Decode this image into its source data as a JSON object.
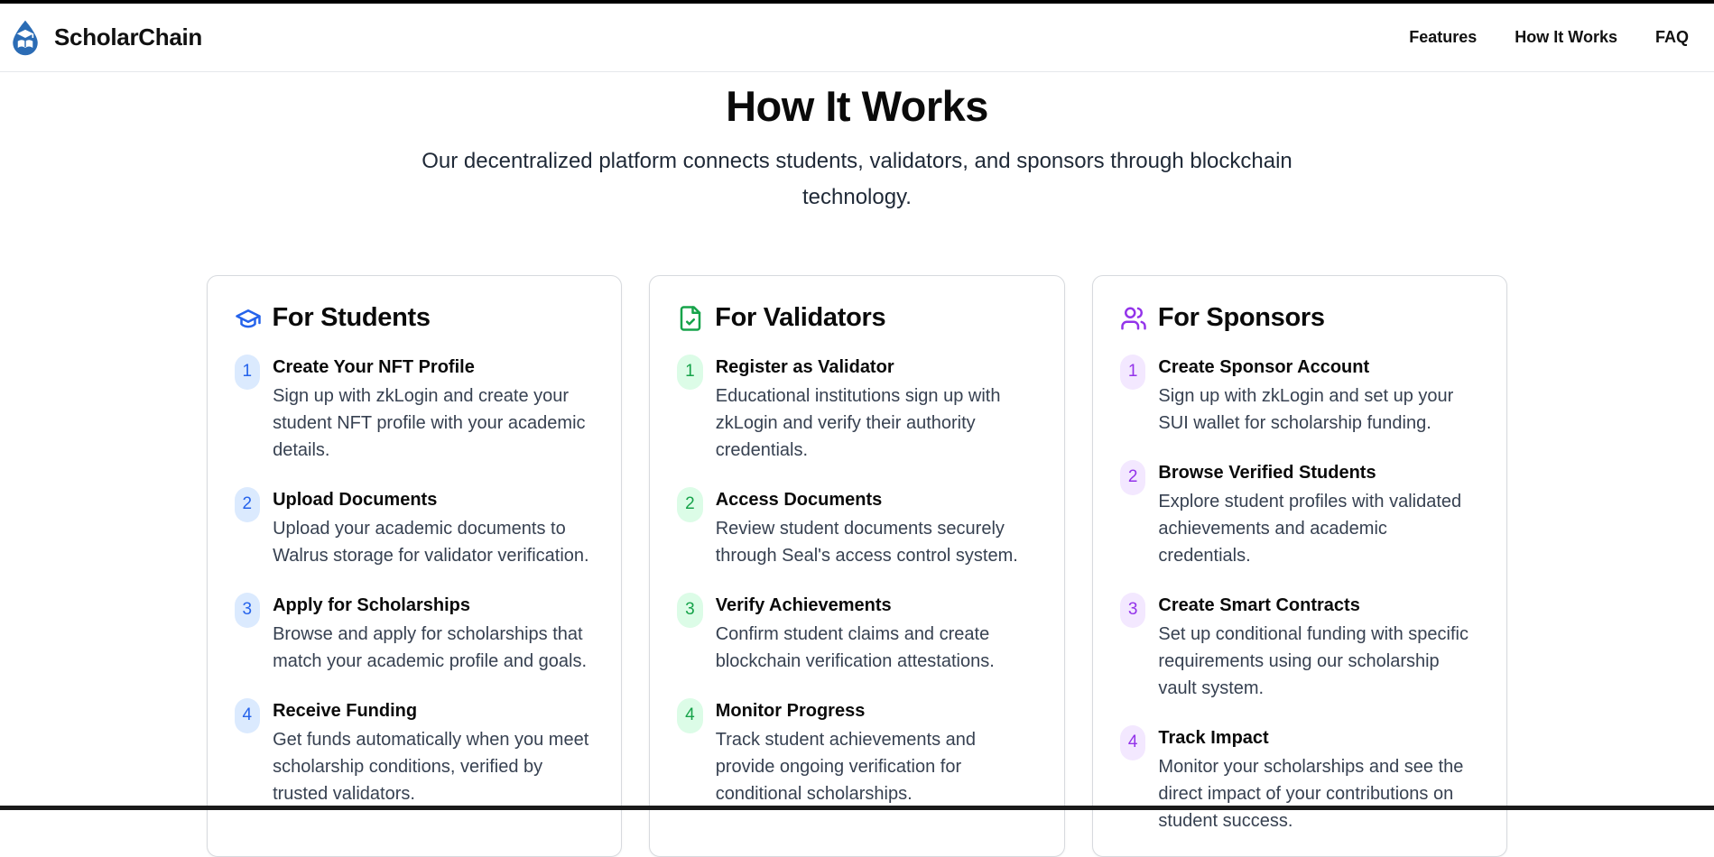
{
  "nav": {
    "brand": "ScholarChain",
    "links": [
      {
        "label": "Features"
      },
      {
        "label": "How It Works"
      },
      {
        "label": "FAQ"
      }
    ]
  },
  "hero": {
    "title": "How It Works",
    "subtitle": "Our decentralized platform connects students, validators, and sponsors through blockchain technology."
  },
  "colors": {
    "logo_blue": "#2b6cb5",
    "students_accent": "#2563eb",
    "students_badge_bg": "#dbeafe",
    "validators_accent": "#16a34a",
    "validators_badge_bg": "#dcfce7",
    "sponsors_accent": "#9333ea",
    "sponsors_badge_bg": "#f3e8ff",
    "card_border": "#d7dade"
  },
  "cards": [
    {
      "title": "For Students",
      "icon": "graduation-cap-icon",
      "steps": [
        {
          "n": "1",
          "title": "Create Your NFT Profile",
          "desc": "Sign up with zkLogin and create your student NFT profile with your academic details."
        },
        {
          "n": "2",
          "title": "Upload Documents",
          "desc": "Upload your academic documents to Walrus storage for validator verification."
        },
        {
          "n": "3",
          "title": "Apply for Scholarships",
          "desc": "Browse and apply for scholarships that match your academic profile and goals."
        },
        {
          "n": "4",
          "title": "Receive Funding",
          "desc": "Get funds automatically when you meet scholarship conditions, verified by trusted validators."
        }
      ]
    },
    {
      "title": "For Validators",
      "icon": "file-check-icon",
      "steps": [
        {
          "n": "1",
          "title": "Register as Validator",
          "desc": "Educational institutions sign up with zkLogin and verify their authority credentials."
        },
        {
          "n": "2",
          "title": "Access Documents",
          "desc": "Review student documents securely through Seal's access control system."
        },
        {
          "n": "3",
          "title": "Verify Achievements",
          "desc": "Confirm student claims and create blockchain verification attestations."
        },
        {
          "n": "4",
          "title": "Monitor Progress",
          "desc": "Track student achievements and provide ongoing verification for conditional scholarships."
        }
      ]
    },
    {
      "title": "For Sponsors",
      "icon": "users-icon",
      "steps": [
        {
          "n": "1",
          "title": "Create Sponsor Account",
          "desc": "Sign up with zkLogin and set up your SUI wallet for scholarship funding."
        },
        {
          "n": "2",
          "title": "Browse Verified Students",
          "desc": "Explore student profiles with validated achievements and academic credentials."
        },
        {
          "n": "3",
          "title": "Create Smart Contracts",
          "desc": "Set up conditional funding with specific requirements using our scholarship vault system."
        },
        {
          "n": "4",
          "title": "Track Impact",
          "desc": "Monitor your scholarships and see the direct impact of your contributions on student success."
        }
      ]
    }
  ]
}
